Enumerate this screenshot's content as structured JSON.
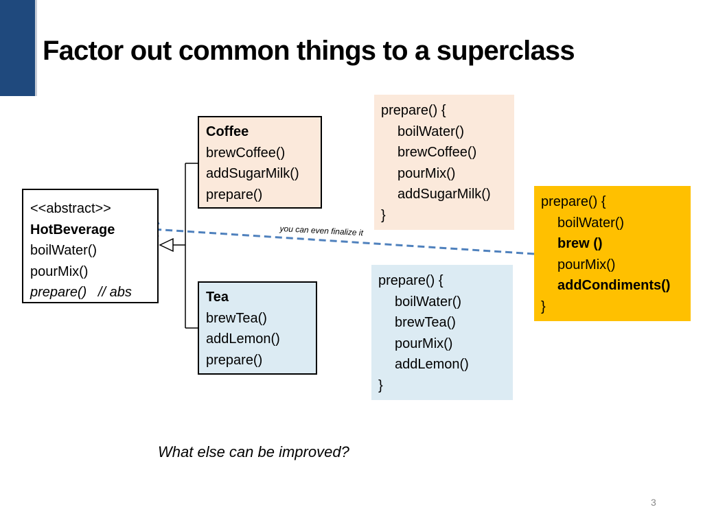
{
  "slide": {
    "title": "Factor out common things to a superclass",
    "page_number": "3",
    "question": "What else can be improved?",
    "arrow_caption": "you can even finalize it",
    "colors": {
      "accent_bar": "#1f497d",
      "coffee_fill": "#fbe9db",
      "tea_fill": "#dcebf3",
      "final_fill": "#ffc000",
      "arrow": "#4f81bd"
    }
  },
  "hot_beverage": {
    "stereotype": "<<abstract>>",
    "name": "HotBeverage",
    "methods": [
      "boilWater()",
      "pourMix()"
    ],
    "abstract_method": "prepare()   // abs"
  },
  "coffee": {
    "name": "Coffee",
    "methods": [
      "brewCoffee()",
      "addSugarMilk()",
      "prepare()"
    ]
  },
  "tea": {
    "name": "Tea",
    "methods": [
      "brewTea()",
      "addLemon()",
      "prepare()"
    ]
  },
  "coffee_prepare": {
    "open": "prepare() {",
    "steps": [
      "boilWater()",
      "brewCoffee()",
      "pourMix()",
      "addSugarMilk()"
    ],
    "close": "}"
  },
  "tea_prepare": {
    "open": "prepare() {",
    "steps": [
      "boilWater()",
      "brewTea()",
      "pourMix()",
      "addLemon()"
    ],
    "close": "}"
  },
  "final_prepare": {
    "open": "prepare() {",
    "steps": [
      "boilWater()",
      "brew ()",
      "pourMix()",
      "addCondiments()"
    ],
    "close": "}"
  }
}
